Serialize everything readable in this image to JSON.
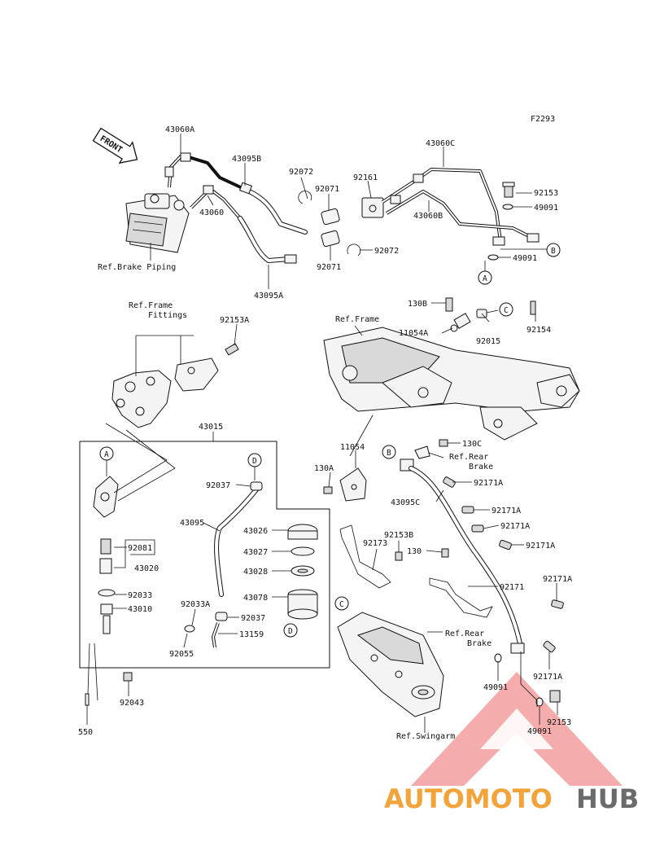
{
  "diagram_code": "F2293",
  "front_arrow": "FRONT",
  "parts": {
    "p43060A": "43060A",
    "p43095B": "43095B",
    "p92072_top": "92072",
    "p92161": "92161",
    "p43060C": "43060C",
    "p92153_top": "92153",
    "p92071_top": "92071",
    "p49091_top": "49091",
    "p43060": "43060",
    "p43060B": "43060B",
    "p92072_mid": "92072",
    "p92071_bot": "92071",
    "p49091_mid": "49091",
    "p43095A": "43095A",
    "p130B": "130B",
    "p92153A": "92153A",
    "p11054A": "11054A",
    "p92015": "92015",
    "p92154": "92154",
    "p43015": "43015",
    "p11054": "11054",
    "p130C": "130C",
    "p130A": "130A",
    "p92037_top": "92037",
    "p43095": "43095",
    "p43026": "43026",
    "p43027": "43027",
    "p43028": "43028",
    "p43078": "43078",
    "p92081": "92081",
    "p43020": "43020",
    "p92033": "92033",
    "p43010": "43010",
    "p92033A": "92033A",
    "p92037_bot": "92037",
    "p13159": "13159",
    "p92055": "92055",
    "p92043": "92043",
    "p550": "550",
    "p92171A_1": "92171A",
    "p43095C": "43095C",
    "p92171A_2": "92171A",
    "p92171A_3": "92171A",
    "p92153B": "92153B",
    "p92173": "92173",
    "p130": "130",
    "p92171A_4": "92171A",
    "p92171A_5": "92171A",
    "p92171": "92171",
    "p92171A_6": "92171A",
    "p49091_bot1": "49091",
    "p92153_bot": "92153",
    "p49091_bot2": "49091"
  },
  "references": {
    "brake_piping": "Ref.Brake Piping",
    "frame_fittings_1": "Ref.Frame",
    "frame_fittings_2": "Fittings",
    "frame": "Ref.Frame",
    "rear_brake_top_1": "Ref.Rear",
    "rear_brake_top_2": "Brake",
    "rear_brake_bot_1": "Ref.Rear",
    "rear_brake_bot_2": "Brake",
    "swingarm": "Ref.Swingarm"
  },
  "callouts": {
    "A1": "A",
    "A2": "A",
    "B1": "B",
    "B2": "B",
    "C1": "C",
    "C2": "C",
    "D1": "D",
    "D2": "D"
  },
  "watermark": {
    "part1": "AUTOMOTO",
    "part2": "HUB",
    "color_accent": "#f2a33a",
    "color_text": "#6b6b6b",
    "color_triangle": "#e53935"
  }
}
